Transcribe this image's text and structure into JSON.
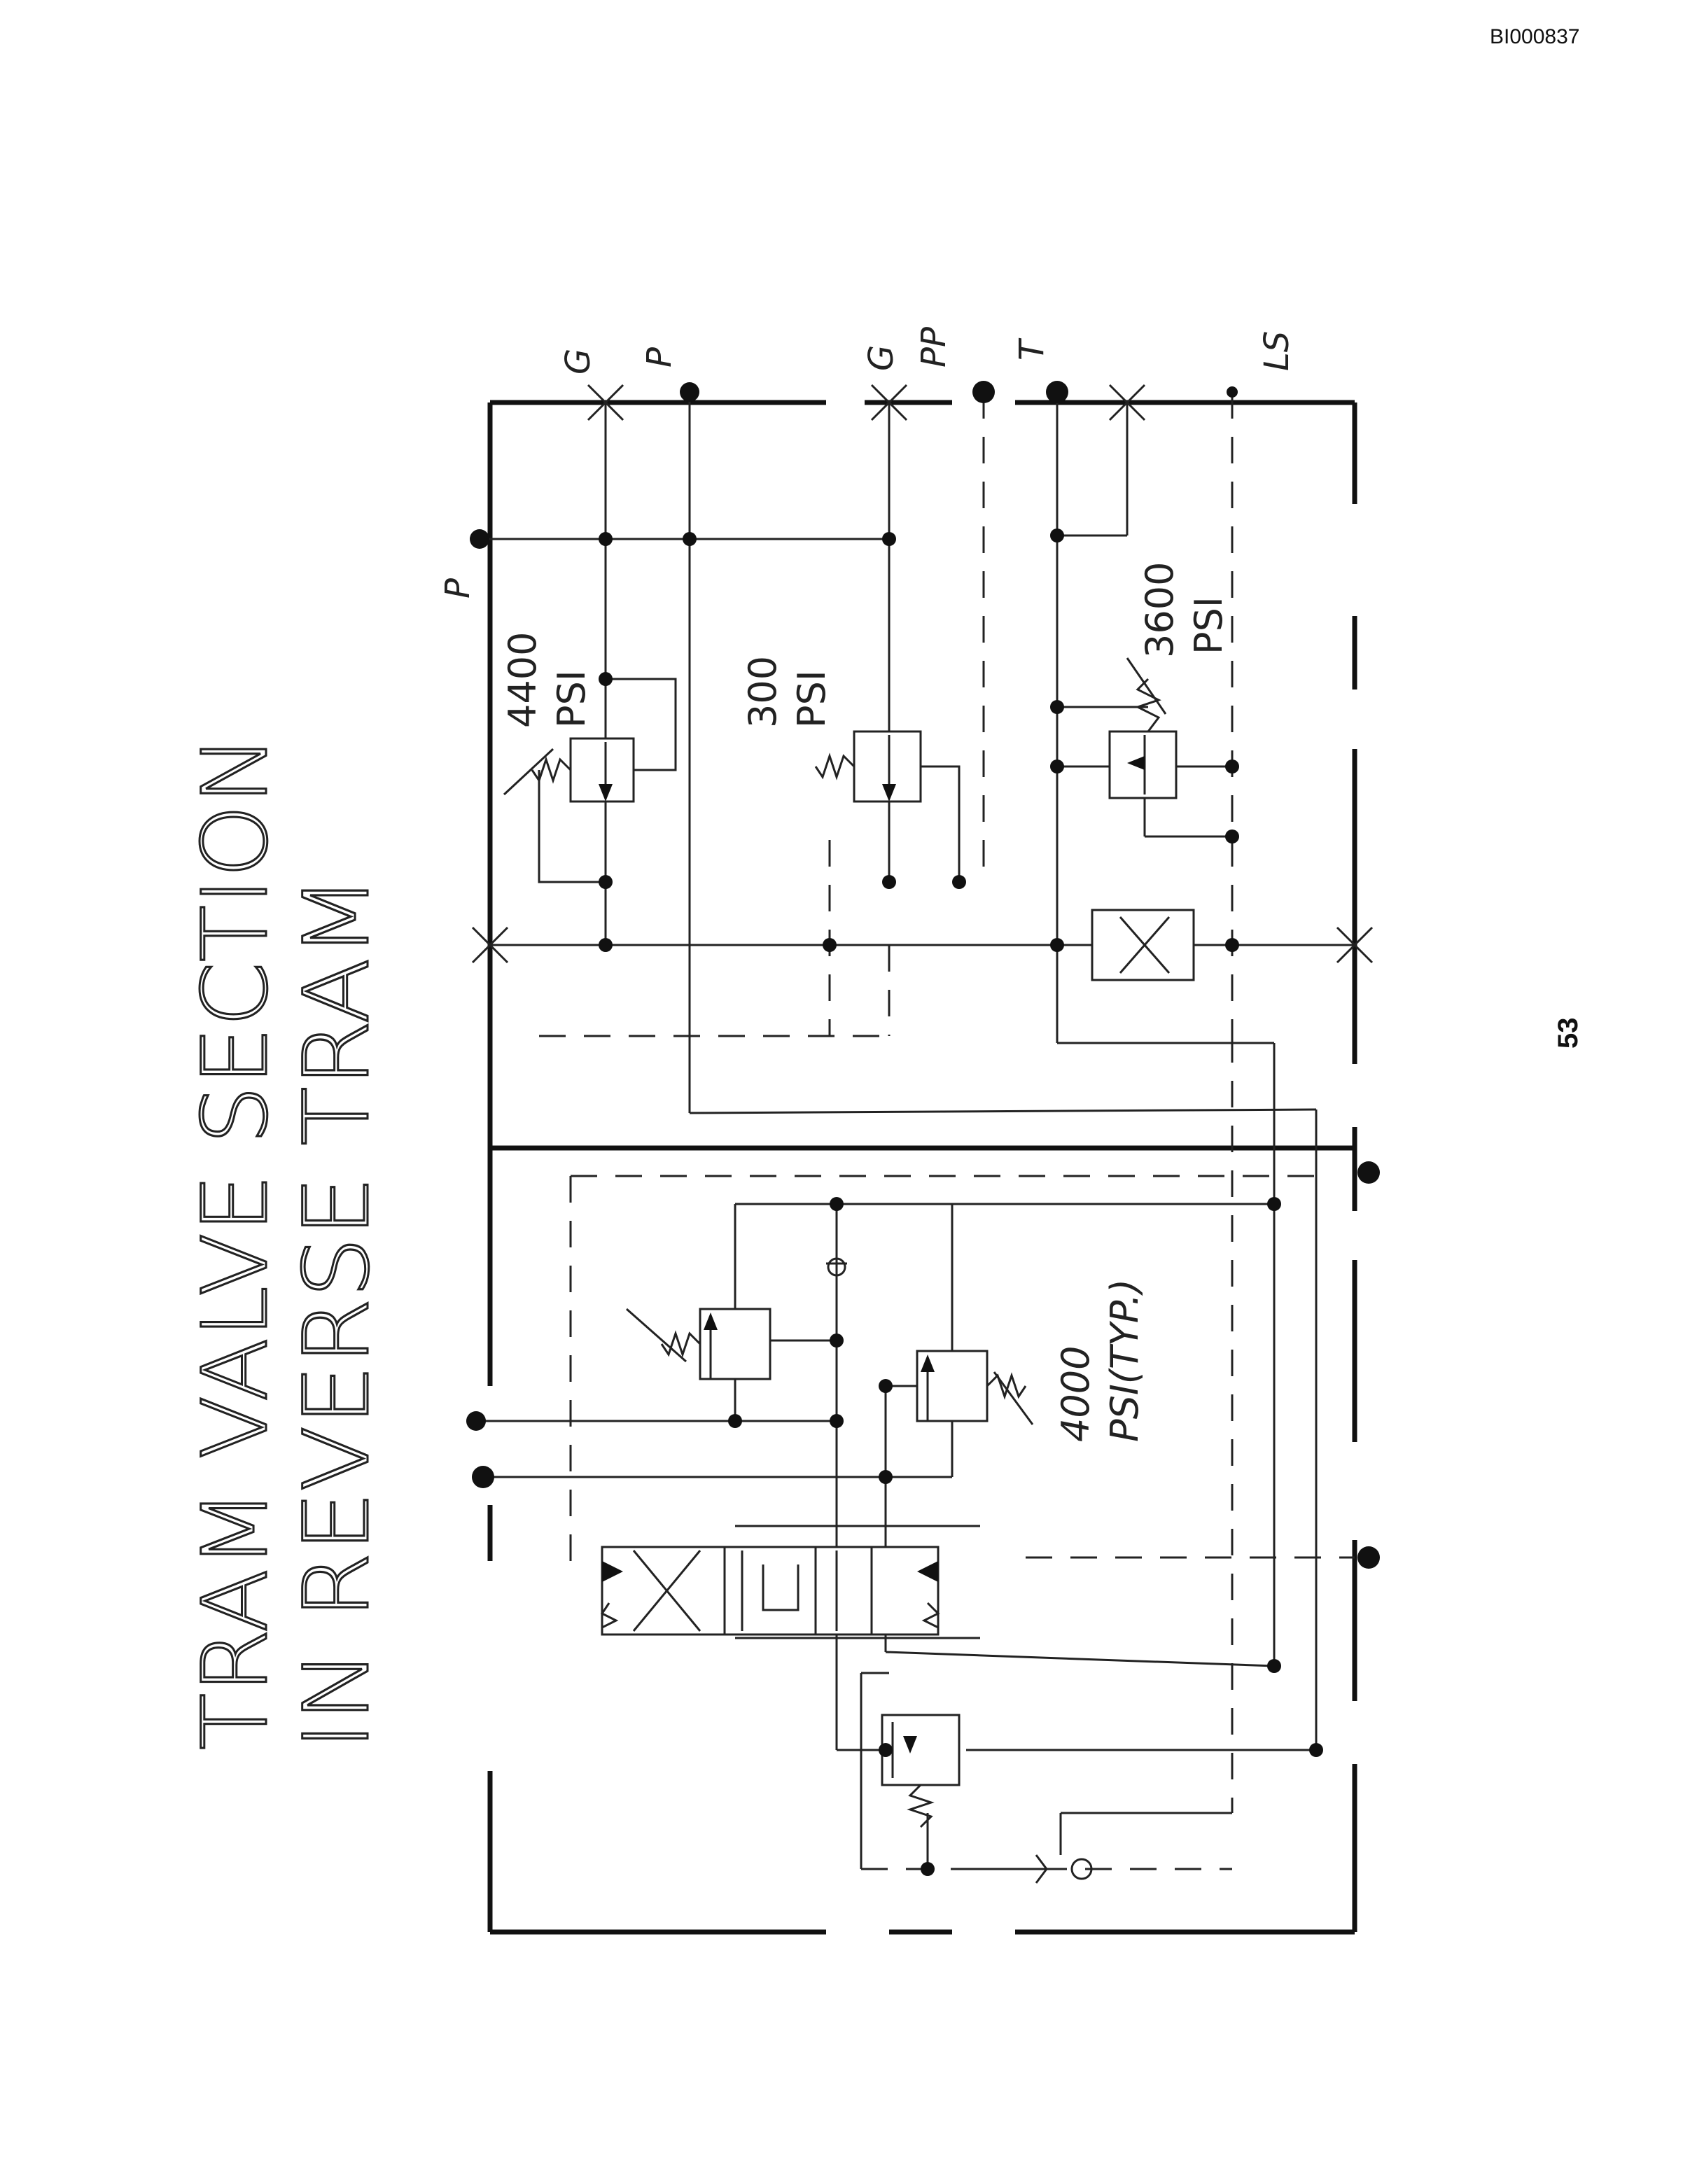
{
  "document": {
    "doc_id": "BI000837",
    "page_number": "53"
  },
  "title": {
    "line1": "TRAM VALVE SECTION",
    "line2": "IN REVERSE TRAM"
  },
  "port_labels": {
    "g_top": "G",
    "p_top": "P",
    "g_mid": "G",
    "pp": "PP",
    "t": "T",
    "ls": "LS",
    "p_left": "P"
  },
  "pressure_labels": {
    "relief_4400_value": "4400",
    "relief_4400_unit": "PSI",
    "relief_300_value": "300",
    "relief_300_unit": "PSI",
    "relief_3600_value": "3600",
    "relief_3600_unit": "PSI",
    "relief_4000_value": "4000",
    "relief_4000_unit": "PSI(TYP.)"
  },
  "colors": {
    "ink": "#111111",
    "paper": "#ffffff"
  }
}
